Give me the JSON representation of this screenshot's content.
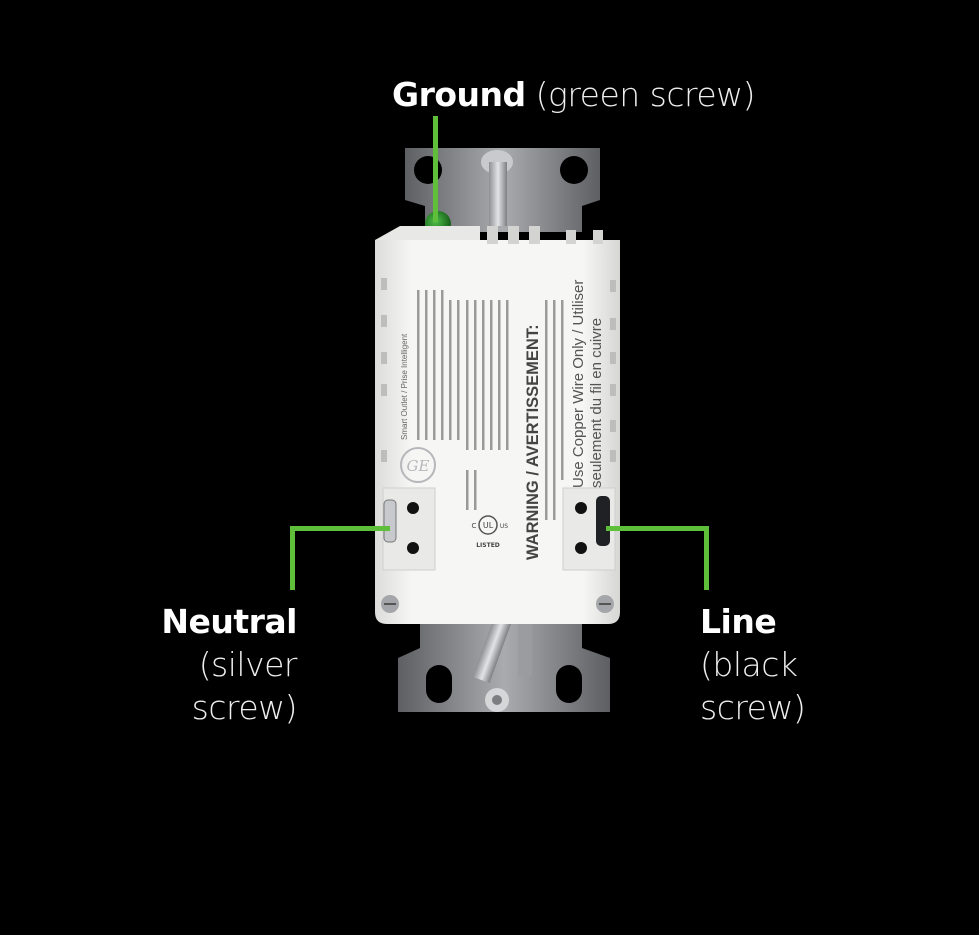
{
  "labels": {
    "ground": {
      "name": "Ground",
      "detail": "(green screw)"
    },
    "neutral": {
      "name": "Neutral",
      "detail_line1": "(silver",
      "detail_line2": "screw)"
    },
    "line": {
      "name": "Line",
      "detail_line1": "(black",
      "detail_line2": "screw)"
    }
  },
  "device": {
    "warning_heading": "WARNING / AVERTISSEMENT:",
    "copper_line1": "Use Copper Wire Only / Utiliser",
    "copper_line2": "seulement du fil en cuivre",
    "product_line": "Smart Outlet / Prise Intelligent",
    "ul_mark": "UL",
    "ul_listed": "LISTED",
    "ul_c": "C",
    "ul_us": "US",
    "brand": "GE"
  },
  "colors": {
    "background": "#000000",
    "leader": "#5fbf3a",
    "ground_screw": "#2a8a2a",
    "housing": "#f4f4f2",
    "strap": "#8a8c90"
  },
  "icons": {
    "brand_logo": "ge-monogram-icon",
    "certification": "ul-listed-icon"
  }
}
